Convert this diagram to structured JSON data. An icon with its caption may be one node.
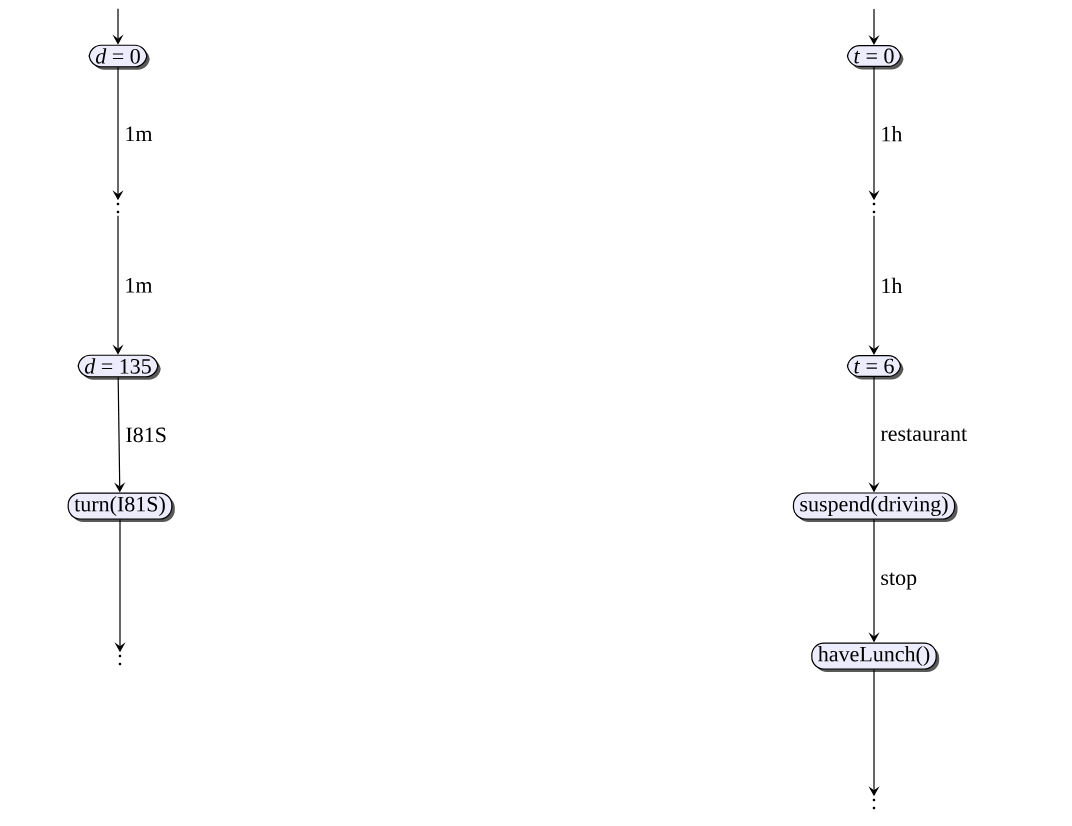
{
  "diagram": {
    "nodes": [
      {
        "text": [
          "*d* = 0"
        ]
      },
      {
        "text": [
          ":"
        ]
      },
      {
        "text": [
          "*d* = 135"
        ]
      },
      {
        "text": [
          "turn(I81S)"
        ]
      },
      {
        "text": [
          ":"
        ]
      },
      {
        "text": [
          "*t* = 0"
        ]
      },
      {
        "text": [
          ":"
        ]
      },
      {
        "text": [
          "*t* = 6"
        ]
      },
      {
        "text": [
          "suspend(driving)"
        ]
      },
      {
        "text": [
          "haveLunch()"
        ]
      },
      {
        "text": [
          ":"
        ]
      }
    ],
    "edges": [
      {
        "from": null,
        "to": 0,
        "arrow": "to"
      },
      {
        "from": 0,
        "to": 1,
        "arrow": "to",
        "label": "1m"
      },
      {
        "from": 1,
        "to": 2,
        "arrow": "to",
        "label": "1m"
      },
      {
        "from": 2,
        "to": 3,
        "arrow": "to",
        "label": "I81S"
      },
      {
        "from": 3,
        "to": 4,
        "arrow": "to"
      },
      {
        "from": null,
        "to": 5,
        "arrow": "to"
      },
      {
        "from": 5,
        "to": 6,
        "arrow": "to",
        "label": "1h"
      },
      {
        "from": 6,
        "to": 7,
        "arrow": "to",
        "label": "1h"
      },
      {
        "from": 7,
        "to": 8,
        "arrow": "to",
        "label": "restaurant"
      },
      {
        "from": 8,
        "to": 9,
        "arrow": "to",
        "label": "stop"
      },
      {
        "from": 9,
        "to": 10,
        "arrow": "to"
      }
    ]
  }
}
